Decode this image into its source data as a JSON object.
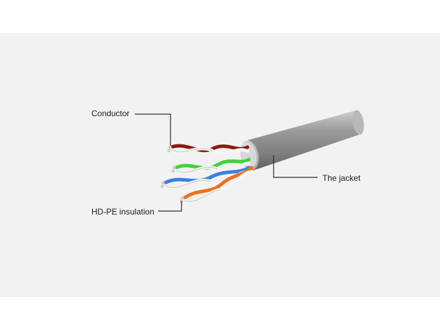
{
  "labels": {
    "conductor": "Conductor",
    "jacket": "The jacket",
    "insulation": "HD-PE insulation"
  },
  "colors": {
    "background": "#f2f2f2",
    "jacket": "#8a8a8a",
    "pair_brown": "#8b1a10",
    "pair_green": "#3fd23a",
    "pair_blue": "#3a7fe0",
    "pair_orange": "#f07020",
    "leader_line": "#2a2a2a"
  }
}
